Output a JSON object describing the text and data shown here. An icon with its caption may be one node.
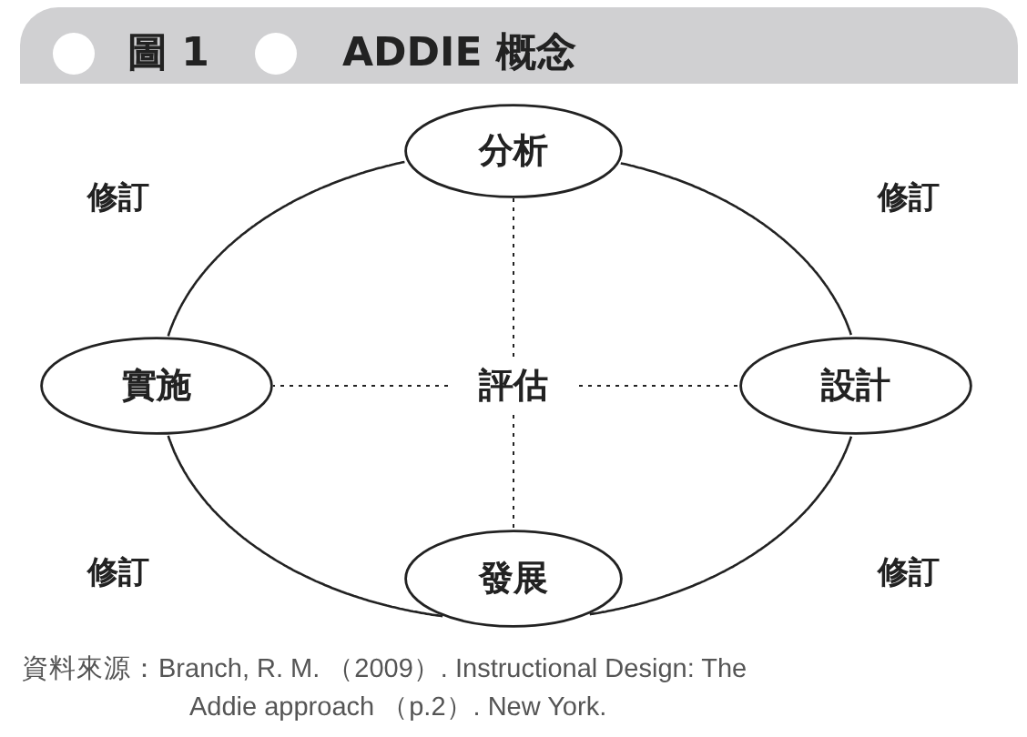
{
  "diagram": {
    "title": "ADDIE 概念",
    "caption": "資料來源：Branch, R. M. （2009）. Instructional Design: The Addie approach （p.2）. New York.",
    "nodes": [
      {
        "text": [
          "分析"
        ]
      },
      {
        "text": [
          "實施"
        ]
      },
      {
        "text": [
          "評估"
        ]
      },
      {
        "text": [
          "設計"
        ]
      },
      {
        "text": [
          "發展"
        ]
      }
    ],
    "edges": [
      {
        "from": 0,
        "to": 3,
        "arrow": "none"
      },
      {
        "from": 3,
        "to": 4,
        "arrow": "none"
      },
      {
        "from": 4,
        "to": 1,
        "arrow": "none"
      },
      {
        "from": 1,
        "to": 0,
        "arrow": "none"
      },
      {
        "from": 2,
        "to": 0,
        "arrow": "none",
        "style": "dashed"
      },
      {
        "from": 2,
        "to": 3,
        "arrow": "none",
        "style": "dashed"
      },
      {
        "from": 2,
        "to": 4,
        "arrow": "none",
        "style": "dashed"
      },
      {
        "from": 2,
        "to": 1,
        "arrow": "none",
        "style": "dashed"
      }
    ],
    "labels": [
      "圖 1",
      "修訂",
      "修訂",
      "修訂",
      "修訂"
    ]
  }
}
